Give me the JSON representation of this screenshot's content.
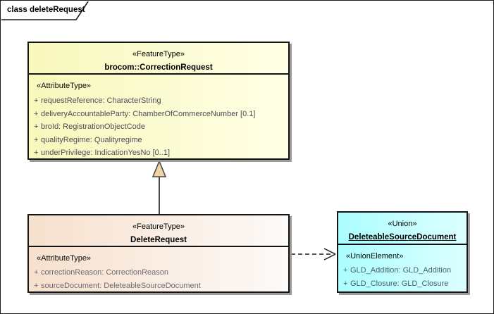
{
  "frame": {
    "label": "class deleteRequest"
  },
  "classes": {
    "correction": {
      "stereotype": "«FeatureType»",
      "name": "brocom::CorrectionRequest",
      "attr_stereotype": "«AttributeType»",
      "attributes": [
        {
          "vis": "+",
          "text": "requestReference: CharacterString"
        },
        {
          "vis": "+",
          "text": "deliveryAccountableParty: ChamberOfCommerceNumber [0.1]"
        },
        {
          "vis": "+",
          "text": "broId: RegistrationObjectCode"
        },
        {
          "vis": "+",
          "text": "qualityRegime: Qualityregime"
        },
        {
          "vis": "+",
          "text": "underPrivilege: IndicationYesNo [0..1]"
        }
      ]
    },
    "delete_request": {
      "stereotype": "«FeatureType»",
      "name": "DeleteRequest",
      "attr_stereotype": "«AttributeType»",
      "attributes": [
        {
          "vis": "+",
          "text": "correctionReason: CorrectionReason"
        },
        {
          "vis": "+",
          "text": "sourceDocument: DeleteableSourceDocument"
        }
      ]
    },
    "union": {
      "stereotype": "«Union»",
      "name": "DeleteableSourceDocument",
      "attr_stereotype": "«UnionElement»",
      "attributes": [
        {
          "vis": "+",
          "text": "GLD_Addition: GLD_Addition"
        },
        {
          "vis": "+",
          "text": "GLD_Closure: GLD_Closure"
        }
      ]
    }
  },
  "relations": [
    {
      "type": "generalization",
      "from": "DeleteRequest",
      "to": "brocom::CorrectionRequest"
    },
    {
      "type": "dependency",
      "from": "DeleteRequest",
      "to": "DeleteableSourceDocument"
    }
  ],
  "colors": {
    "featuretype_fill_left": "#f8f8bc",
    "featuretype_fill_right": "#ffffe6",
    "deleterequest_fill_left": "#f7e0cd",
    "union_fill_left": "#abfeff",
    "union_fill_right": "#ddffff",
    "box_border": "#141414",
    "shadow": "#9c9c9c",
    "generalization_arrowhead_fill": "#f0d4a4",
    "attribute_text": "#55525e"
  }
}
